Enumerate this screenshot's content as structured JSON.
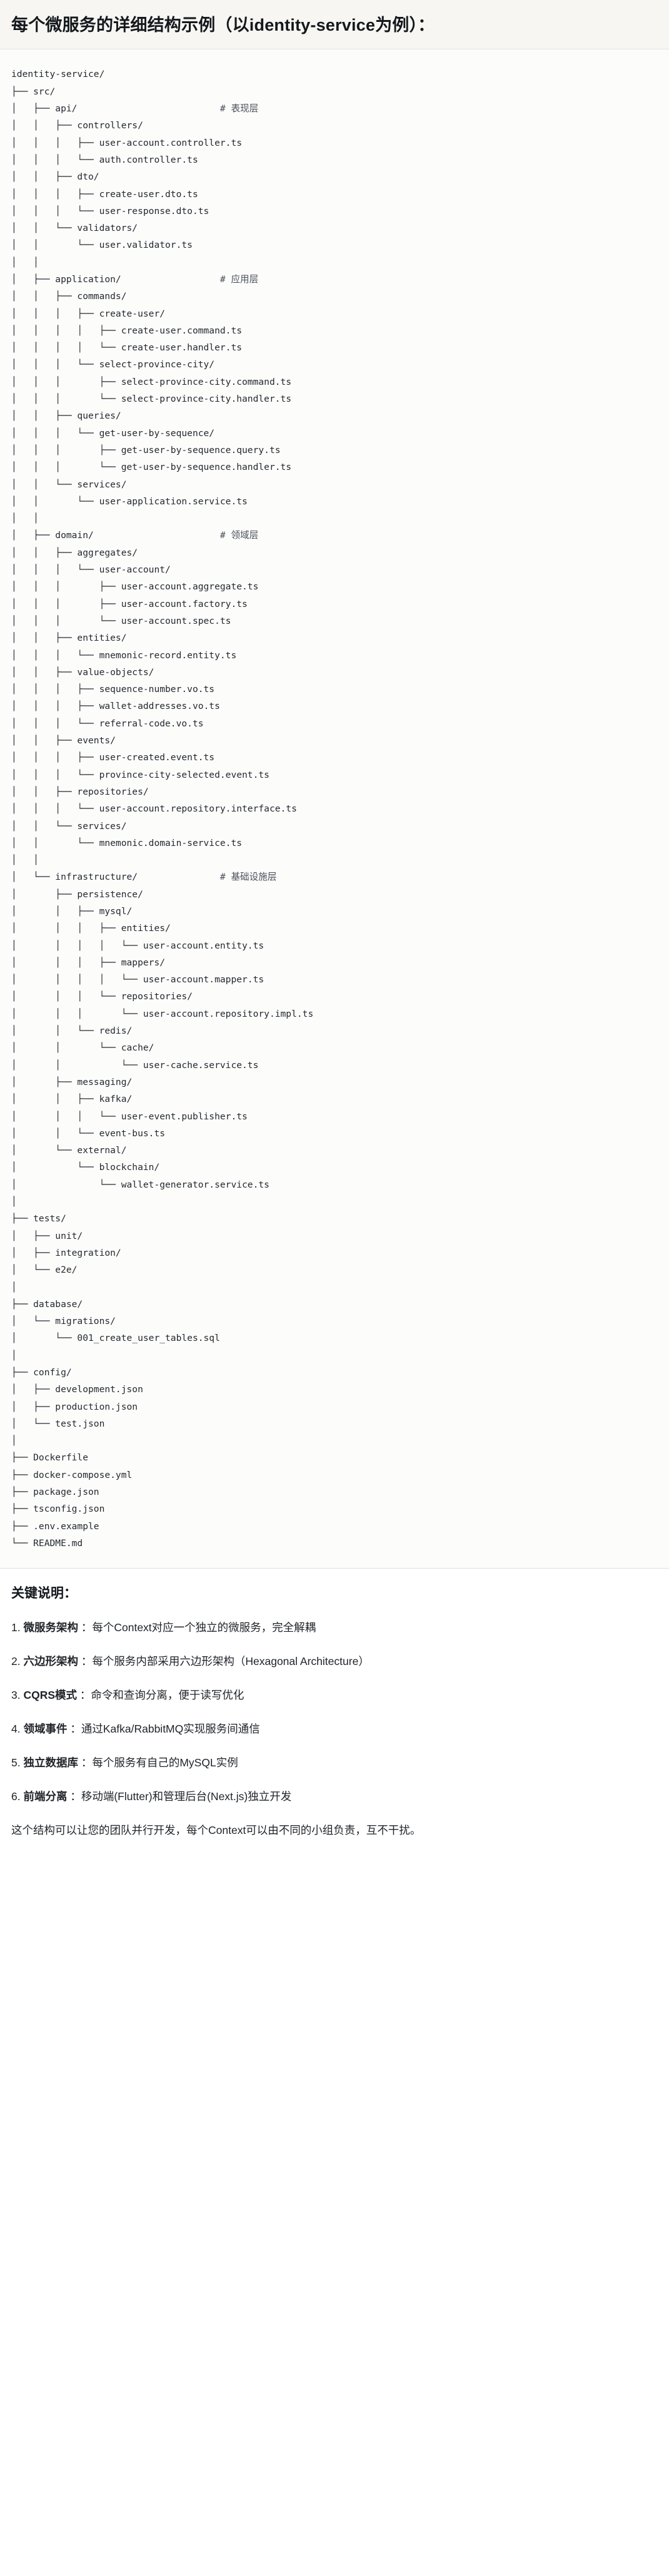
{
  "heading": {
    "title": "每个微服务的详细结构示例（以identity-service为例）："
  },
  "tree": {
    "root": "identity-service/",
    "text": "identity-service/\n├── src/\n│   ├── api/                          # 表现层\n│   │   ├── controllers/\n│   │   │   ├── user-account.controller.ts\n│   │   │   └── auth.controller.ts\n│   │   ├── dto/\n│   │   │   ├── create-user.dto.ts\n│   │   │   └── user-response.dto.ts\n│   │   └── validators/\n│   │       └── user.validator.ts\n│   │\n│   ├── application/                  # 应用层\n│   │   ├── commands/\n│   │   │   ├── create-user/\n│   │   │   │   ├── create-user.command.ts\n│   │   │   │   └── create-user.handler.ts\n│   │   │   └── select-province-city/\n│   │   │       ├── select-province-city.command.ts\n│   │   │       └── select-province-city.handler.ts\n│   │   ├── queries/\n│   │   │   └── get-user-by-sequence/\n│   │   │       ├── get-user-by-sequence.query.ts\n│   │   │       └── get-user-by-sequence.handler.ts\n│   │   └── services/\n│   │       └── user-application.service.ts\n│   │\n│   ├── domain/                       # 领域层\n│   │   ├── aggregates/\n│   │   │   └── user-account/\n│   │   │       ├── user-account.aggregate.ts\n│   │   │       ├── user-account.factory.ts\n│   │   │       └── user-account.spec.ts\n│   │   ├── entities/\n│   │   │   └── mnemonic-record.entity.ts\n│   │   ├── value-objects/\n│   │   │   ├── sequence-number.vo.ts\n│   │   │   ├── wallet-addresses.vo.ts\n│   │   │   └── referral-code.vo.ts\n│   │   ├── events/\n│   │   │   ├── user-created.event.ts\n│   │   │   └── province-city-selected.event.ts\n│   │   ├── repositories/\n│   │   │   └── user-account.repository.interface.ts\n│   │   └── services/\n│   │       └── mnemonic.domain-service.ts\n│   │\n│   └── infrastructure/               # 基础设施层\n│       ├── persistence/\n│       │   ├── mysql/\n│       │   │   ├── entities/\n│       │   │   │   └── user-account.entity.ts\n│       │   │   ├── mappers/\n│       │   │   │   └── user-account.mapper.ts\n│       │   │   └── repositories/\n│       │   │       └── user-account.repository.impl.ts\n│       │   └── redis/\n│       │       └── cache/\n│       │           └── user-cache.service.ts\n│       ├── messaging/\n│       │   ├── kafka/\n│       │   │   └── user-event.publisher.ts\n│       │   └── event-bus.ts\n│       └── external/\n│           └── blockchain/\n│               └── wallet-generator.service.ts\n│\n├── tests/\n│   ├── unit/\n│   ├── integration/\n│   └── e2e/\n│\n├── database/\n│   └── migrations/\n│       └── 001_create_user_tables.sql\n│\n├── config/\n│   ├── development.json\n│   ├── production.json\n│   └── test.json\n│\n├── Dockerfile\n├── docker-compose.yml\n├── package.json\n├── tsconfig.json\n├── .env.example\n└── README.md",
    "comments": [
      "# 表现层",
      "# 应用层",
      "# 领域层",
      "# 基础设施层"
    ]
  },
  "key_points": {
    "title": "关键说明：",
    "items": [
      {
        "num": "1.",
        "term": "微服务架构",
        "desc": "：每个Context对应一个独立的微服务，完全解耦"
      },
      {
        "num": "2.",
        "term": "六边形架构",
        "desc": "：每个服务内部采用六边形架构（Hexagonal Architecture）"
      },
      {
        "num": "3.",
        "term": "CQRS模式",
        "desc": "：命令和查询分离，便于读写优化"
      },
      {
        "num": "4.",
        "term": "领域事件",
        "desc": "：通过Kafka/RabbitMQ实现服务间通信"
      },
      {
        "num": "5.",
        "term": "独立数据库",
        "desc": "：每个服务有自己的MySQL实例"
      },
      {
        "num": "6.",
        "term": "前端分离",
        "desc": "：移动端(Flutter)和管理后台(Next.js)独立开发"
      }
    ],
    "closing": "这个结构可以让您的团队并行开发，每个Context可以由不同的小组负责，互不干扰。"
  }
}
